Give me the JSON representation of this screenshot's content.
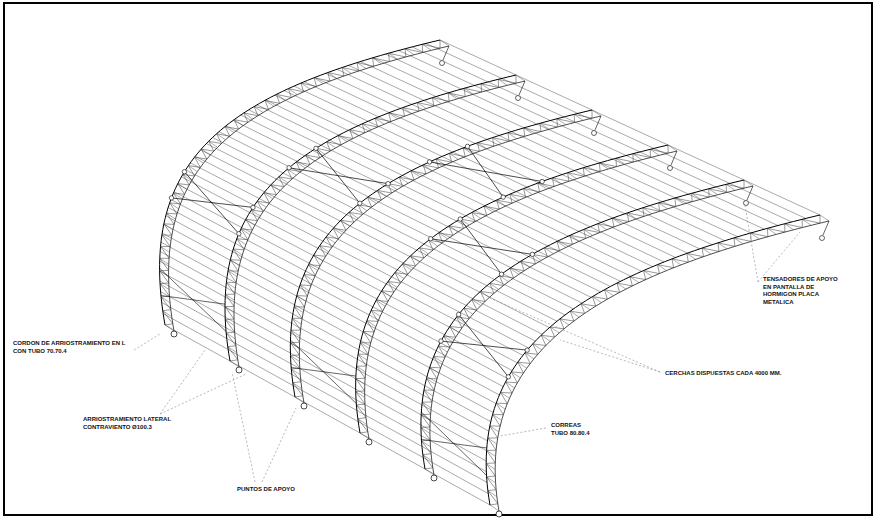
{
  "diagram": {
    "labels": [
      "TENSADORES DE APOYO EN PANTALLA DE HORMIGON PLACA METALICA",
      "CORDON DE ARRIOSTRAMIENTO EN L CON TUBO 70.70.4",
      "ARRIOSTRAMIENTO LATERAL CONTRAVIENTO Ø100.3",
      "PUNTOS DE APOYO",
      "CORREAS TUBO 80.80.4",
      "CERCHAS DISPUESTAS CADA 4000 MM."
    ]
  }
}
